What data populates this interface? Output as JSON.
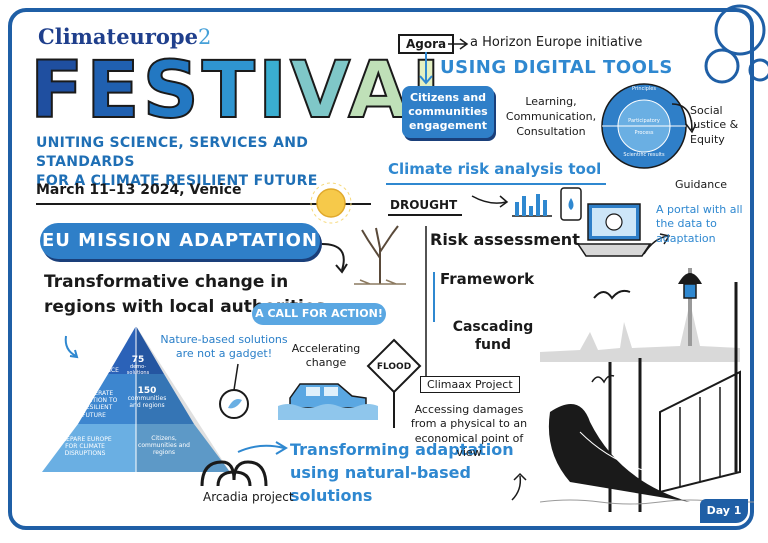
{
  "brand": {
    "name": "Climateurope",
    "suffix": "2"
  },
  "title": {
    "letters": [
      "F",
      "E",
      "S",
      "T",
      "I",
      "V",
      "A",
      "L"
    ],
    "letter_colors": [
      "#1f4fa0",
      "#2060b0",
      "#2378c2",
      "#2f95d0",
      "#3aaed0",
      "#7fc7c8",
      "#bfe0b8",
      "#e3f0c2"
    ]
  },
  "subtitle": {
    "line1": "UNITING SCIENCE, SERVICES AND STANDARDS",
    "line2": "FOR A CLIMATE RESILIENT FUTURE"
  },
  "dates": "March 11–13 2024, Venice",
  "mission": {
    "title": "EU MISSION ADAPTATION",
    "transformative": "Transformative change in regions with local authorities",
    "call": "A CALL FOR ACTION!",
    "nbs_note": "Nature-based solutions are not a gadget!",
    "accelerating": "Accelerating change",
    "flood": "FLOOD"
  },
  "pyramid": {
    "top": {
      "label": "BUILD RESILIENCE",
      "count": "75",
      "count_label": "demo-solutions"
    },
    "middle": {
      "label": "ACCELERATE TRANSITION TO A RESILIENT FUTURE",
      "count": "150",
      "count_label": "communities and regions"
    },
    "bottom": {
      "label": "PREPARE EUROPE FOR CLIMATE DISRUPTIONS",
      "count_label": "Citizens, communities and regions"
    }
  },
  "transforming": "Transforming adaptation using natural-based solutions",
  "arcadia": "Arcadia project",
  "agora": {
    "box": "Agora",
    "horizon": "a Horizon Europe initiative",
    "digital": "USING DIGITAL TOOLS",
    "citizens": "Citizens and communities engagement",
    "learning": "Learning, Communication, Consultation",
    "social": "Social Justice & Equity",
    "guidance": "Guidance",
    "circle": {
      "outer": "Principles",
      "middle": "Participatory",
      "inner": "Process",
      "bottom": "Scientific results"
    }
  },
  "climate_tool": {
    "title": "Climate risk analysis tool",
    "drought": "DROUGHT",
    "risk": "Risk assessment",
    "framework": "Framework",
    "cascading": "Cascading fund",
    "climaax": "Climaax Project",
    "accessing": "Accessing damages from a physical to an economical point of view"
  },
  "portal": "A portal with all the data to adaptation",
  "day": "Day 1",
  "colors": {
    "primary": "#1f5fa6",
    "accent": "#2f88d0",
    "light": "#5aa7e2",
    "sun": "#f6c94a"
  }
}
